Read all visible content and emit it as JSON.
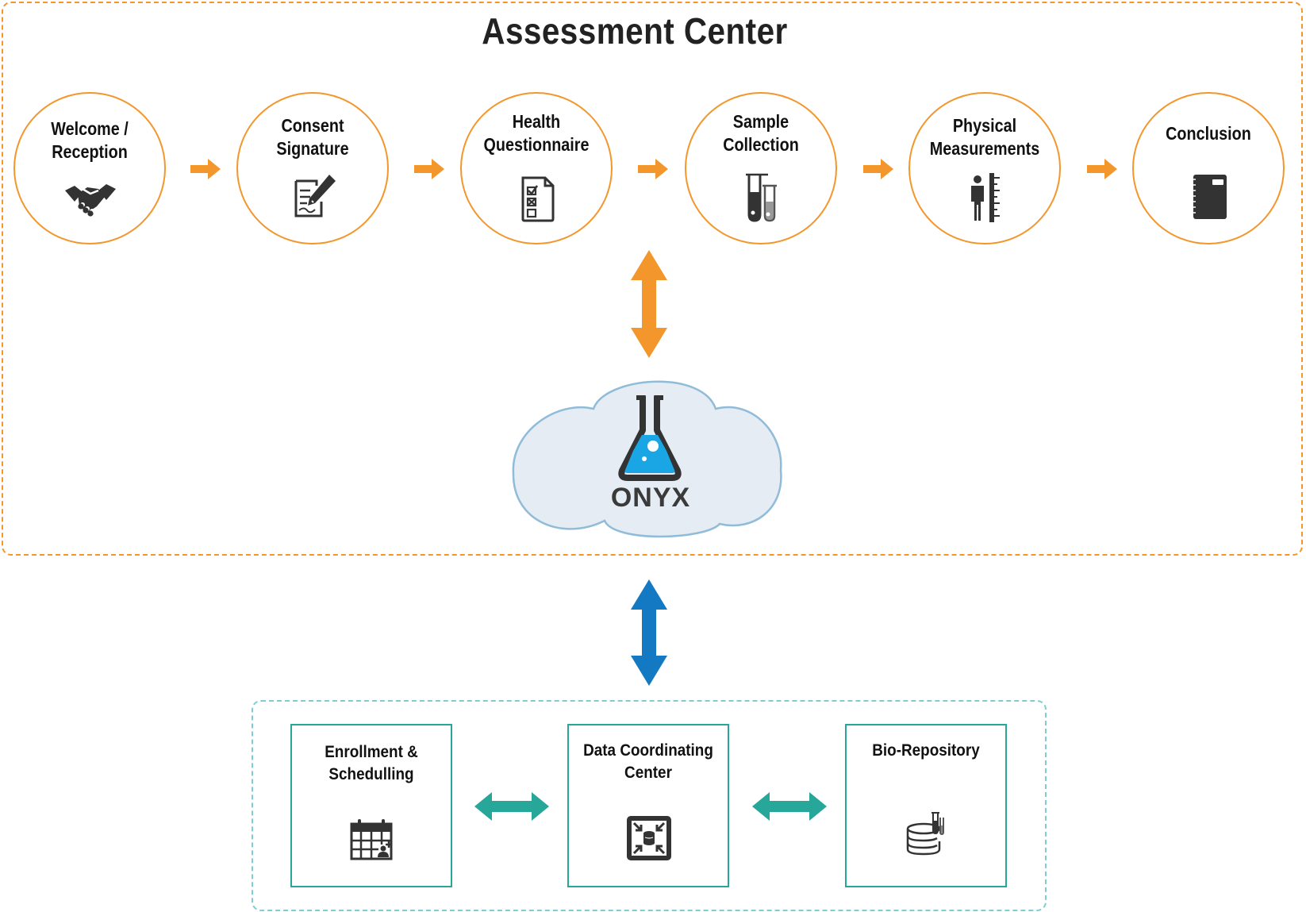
{
  "title": "Assessment Center",
  "steps": [
    {
      "label": "Welcome /\nReception",
      "icon": "handshake-icon"
    },
    {
      "label": "Consent\nSignature",
      "icon": "signature-document-icon"
    },
    {
      "label": "Health\nQuestionnaire",
      "icon": "checklist-icon"
    },
    {
      "label": "Sample\nCollection",
      "icon": "test-tubes-icon"
    },
    {
      "label": "Physical\nMeasurements",
      "icon": "height-measure-icon"
    },
    {
      "label": "Conclusion",
      "icon": "notebook-icon"
    }
  ],
  "hub": {
    "label": "ONYX",
    "icon": "flask-icon"
  },
  "partners": [
    {
      "label": "Enrollment &\nSchedulling",
      "icon": "calendar-icon"
    },
    {
      "label": "Data Coordinating\nCenter",
      "icon": "data-hub-icon"
    },
    {
      "label": "Bio-Repository",
      "icon": "biobank-icon"
    }
  ],
  "colors": {
    "orange": "#f3962c",
    "blue": "#1279c2",
    "teal": "#27a69a",
    "cloud_fill": "#e5ecf3",
    "cloud_stroke": "#8fbcd9",
    "icon_dark": "#333333",
    "flask_liquid": "#1aa6e4"
  }
}
